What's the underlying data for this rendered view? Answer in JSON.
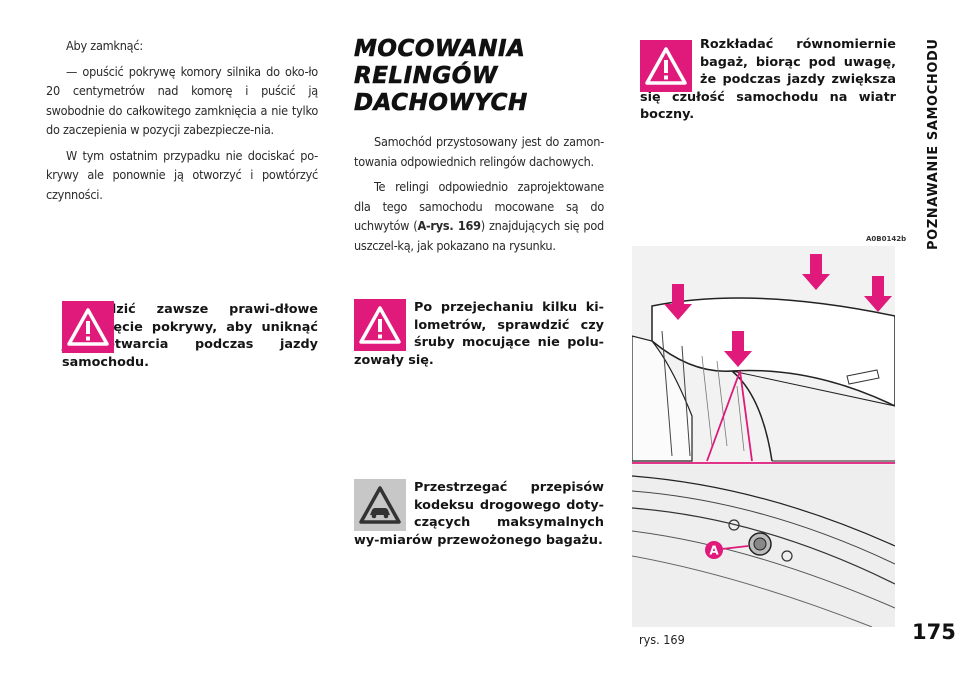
{
  "left_column": {
    "intro": "Aby zamknąć:",
    "step": "— opuścić pokrywę komory silnika do oko-ło 20 centymetrów nad komorę i puścić ją swobodnie do całkowitego zamknięcia a nie tylko do zaczepienia w pozycji zabezpiecze-nia.",
    "note": "W tym ostatnim przypadku nie dociskać po-krywy ale ponownie ją otworzyć i powtórzyć czynności.",
    "warning": "Sprawdzić zawsze prawi-dłowe zamknięcie pokrywy, aby uniknąć jej otwarcia podczas jazdy samochodu."
  },
  "middle_column": {
    "heading_lines": [
      "MOCOWANIA",
      "RELINGÓW",
      "DACHOWYCH"
    ],
    "para1": "Samochód przystosowany jest do zamon-towania odpowiednich relingów dachowych.",
    "para2_before": "Te relingi odpowiednio zaprojektowane dla tego samochodu mocowane są do uchwytów (",
    "para2_ref": "A-rys. 169",
    "para2_after": ") znajdujących się pod uszczel-ką, jak pokazano na rysunku.",
    "warning": "Po przejechaniu kilku ki-lometrów, sprawdzić czy śruby mocujące nie polu-zowały się.",
    "notice": "Przestrzegać przepisów kodeksu drogowego doty-czących maksymalnych wy-miarów przewożonego bagażu."
  },
  "right_column": {
    "warning": "Rozkładać równomiernie bagaż, biorąc pod uwagę, że podczas jazdy zwiększa się czułość samochodu na wiatr boczny.",
    "figure_code": "A0B0142b",
    "figure_label": "A",
    "caption": "rys. 169"
  },
  "page": {
    "section_title": "POZNAWANIE SAMOCHODU",
    "number": "175"
  },
  "colors": {
    "warning_magenta": "#df1a7b",
    "notice_grey": "#c7c7c7"
  },
  "icons": {
    "warning": "exclamation-triangle-icon",
    "notice": "car-triangle-icon"
  }
}
